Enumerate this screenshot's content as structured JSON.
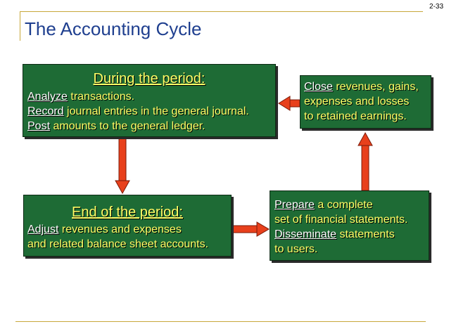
{
  "page_number": "2-33",
  "title": "The Accounting Cycle",
  "during": {
    "heading": "During the period:",
    "lines": [
      {
        "kw": "Analyze",
        "text": " transactions."
      },
      {
        "kw": "Record",
        "text": " journal entries in the general journal."
      },
      {
        "kw": "Post",
        "text": " amounts to the general ledger."
      }
    ]
  },
  "end": {
    "heading": "End of the period:",
    "l1_kw": "Adjust",
    "l1_text": " revenues and expenses",
    "l2_text": "and related balance sheet accounts."
  },
  "prepare": {
    "l1_kw": "Prepare",
    "l1_text": " a complete",
    "l2_text": "set of financial statements.",
    "l3_kw": "Disseminate",
    "l3_text": " statements",
    "l4_text": "to users."
  },
  "close": {
    "l1_kw": "Close",
    "l1_text": " revenues, gains,",
    "l2_text": "expenses and losses",
    "l3_text": "to retained earnings."
  },
  "colors": {
    "box_fill": "#1e6b35",
    "text_yellow": "#ffff66",
    "arrow": "#e8401c",
    "title_blue": "#1f3f8f",
    "rule_gold": "#c8a83a"
  }
}
